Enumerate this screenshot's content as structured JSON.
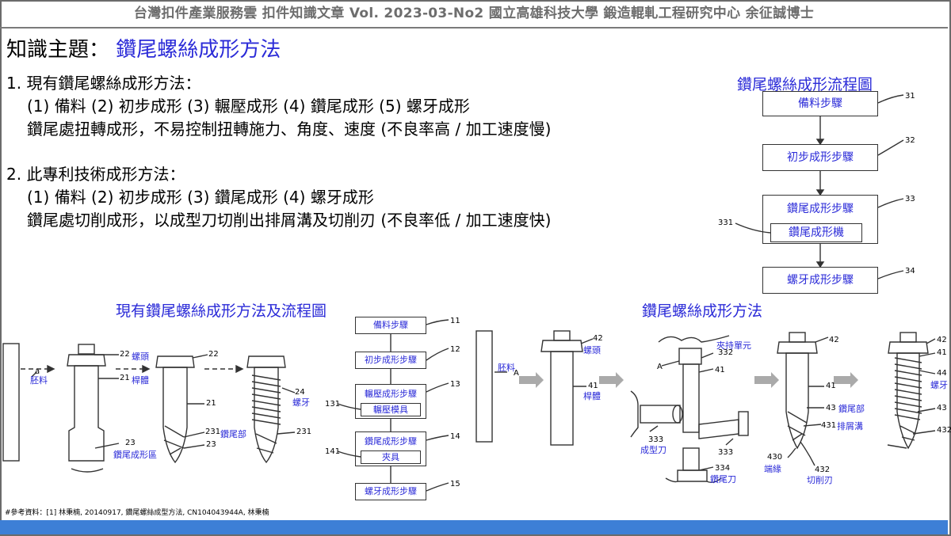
{
  "header": {
    "text": "台灣扣件產業服務雲  扣件知識文章  Vol. 2023-03-No2  國立高雄科技大學  鍛造輥軋工程研究中心  余征誠博士"
  },
  "title": {
    "label": "知識主題：",
    "topic": "鑽尾螺絲成形方法"
  },
  "section1": {
    "heading": "1. 現有鑽尾螺絲成形方法：",
    "steps": "(1) 備料 (2) 初步成形 (3) 輾壓成形 (4) 鑽尾成形 (5) 螺牙成形",
    "note": "鑽尾處扭轉成形，不易控制扭轉施力、角度、速度 (不良率高 / 加工速度慢)"
  },
  "section2": {
    "heading": "2. 此專利技術成形方法：",
    "steps": "(1) 備料 (2) 初步成形 (3) 鑽尾成形 (4) 螺牙成形",
    "note": "鑽尾處切削成形，以成型刀切削出排屑溝及切削刃 (不良率低 / 加工速度快)"
  },
  "flowchart": {
    "title": "鑽尾螺絲成形流程圖",
    "steps": [
      {
        "label": "備料步驟",
        "ref": "31"
      },
      {
        "label": "初步成形步驟",
        "ref": "32"
      },
      {
        "label": "鑽尾成形步驟",
        "ref": "33"
      },
      {
        "label": "螺牙成形步驟",
        "ref": "34"
      }
    ],
    "sub": {
      "label": "鑽尾成形機",
      "ref": "331"
    }
  },
  "left_figure": {
    "caption": "現有鑽尾螺絲成形方法及流程圖",
    "labels": {
      "blank": "胚料",
      "a": "a",
      "r22": "22",
      "head": "螺頭",
      "r21": "21",
      "shank": "桿體",
      "r23": "23",
      "drill_area": "鑽尾成形區",
      "r22b": "22",
      "r21b": "21",
      "r231": "231",
      "drill_part": "鑽尾部",
      "r23b": "23",
      "r24": "24",
      "thread": "螺牙",
      "r231b": "231"
    },
    "flow": {
      "steps": [
        {
          "label": "備料步驟",
          "ref": "11"
        },
        {
          "label": "初步成形步驟",
          "ref": "12"
        },
        {
          "label": "輾壓成形步驟",
          "ref": "13"
        },
        {
          "label": "鑽尾成形步驟",
          "ref": "14"
        },
        {
          "label": "螺牙成形步驟",
          "ref": "15"
        }
      ],
      "subs": [
        {
          "label": "輾壓模具",
          "ref": "131"
        },
        {
          "label": "夾具",
          "ref": "141"
        }
      ]
    }
  },
  "right_figure": {
    "caption": "鑽尾螺絲成形方法",
    "labels": {
      "blank": "胚料",
      "a": "A",
      "r42": "42",
      "head": "螺頭",
      "r41": "41",
      "shank": "桿體",
      "clamp": "夾持單元",
      "r332": "332",
      "a2": "A",
      "r41b": "41",
      "r333": "333",
      "form_cutter": "成型刀",
      "r333b": "333",
      "r334": "334",
      "drill_cutter": "鑽尾刀",
      "r42b": "42",
      "r41c": "41",
      "r43": "43",
      "drill_part": "鑽尾部",
      "r431": "431",
      "chip_groove": "排屑溝",
      "r430": "430",
      "edge": "端緣",
      "r432": "432",
      "cut_edge": "切削刃",
      "r42c": "42",
      "r41d": "41",
      "r44": "44",
      "thread": "螺牙",
      "r43b": "43",
      "r432b": "432"
    }
  },
  "footnote": "#參考資料：[1] 林秉楠, 20140917, 鑽尾螺絲成型方法, CN104043944A, 林秉楠",
  "colors": {
    "accent": "#2b2bd8",
    "bar": "#3d7fd6",
    "header_text": "#6d6d6d"
  }
}
